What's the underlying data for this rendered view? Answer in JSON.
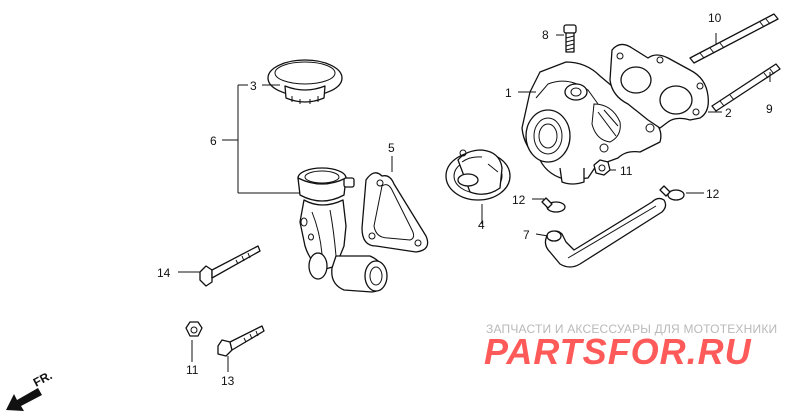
{
  "callouts": [
    "1",
    "2",
    "3",
    "4",
    "5",
    "6",
    "7",
    "8",
    "9",
    "10",
    "11",
    "11",
    "12",
    "12",
    "13",
    "14"
  ],
  "watermark": {
    "caption": "ЗАПЧАСТИ И АКСЕССУАРЫ ДЛЯ МОТОТЕХНИКИ",
    "brand": "PARTSFOR.RU",
    "brand_color": "#ff5a5a"
  },
  "direction": {
    "label": "FR."
  },
  "colors": {
    "line": "#111111",
    "background": "#ffffff",
    "watermark_caption": "#b9b9b9"
  }
}
